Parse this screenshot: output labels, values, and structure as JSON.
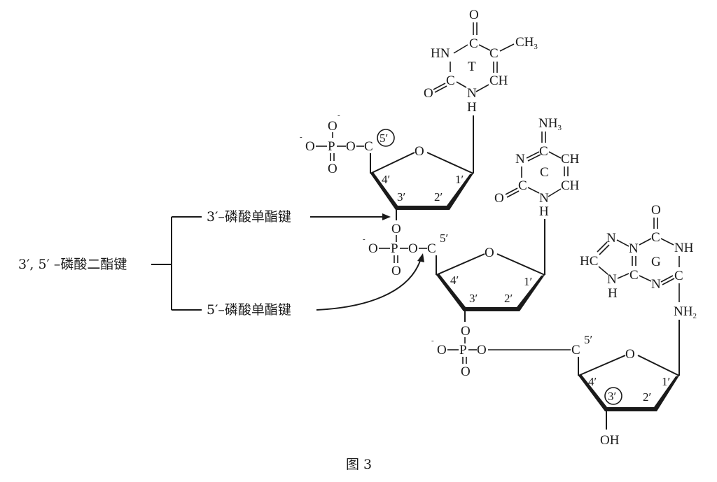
{
  "figure": {
    "caption": "图 3"
  },
  "bracket": {
    "main_label": "3′, 5′ –磷酸二酯键",
    "upper_label": "3′–磷酸单酯键",
    "lower_label": "5′–磷酸单酯键"
  },
  "bases": {
    "thymine": {
      "letter": "T",
      "atoms": {
        "o_top": "O",
        "c4": "C",
        "c5": "C",
        "ch3": "CH",
        "ch3_sub": "3",
        "hn": "HN",
        "c2": "C",
        "o_left": "O",
        "n1": "N",
        "h": "H",
        "c6h": "CH"
      }
    },
    "cytosine": {
      "letter": "C",
      "atoms": {
        "nh": "NH",
        "nh_sub": "3",
        "c4": "C",
        "n3": "N",
        "c5h": "CH",
        "c2": "C",
        "o_left": "O",
        "n1": "N",
        "h": "H",
        "c6h": "CH"
      }
    },
    "guanine": {
      "letter": "G",
      "atoms": {
        "o_top": "O",
        "c6": "C",
        "n_a": "N",
        "n_b": "N",
        "nh": "NH",
        "hc": "HC",
        "c2": "C",
        "n_h": "N",
        "h": "H",
        "c_mid": "C",
        "n3": "N",
        "nh2": "NH",
        "nh2_sub": "2"
      }
    }
  },
  "nucleotides": [
    {
      "phosphate": {
        "o_top": "O",
        "o_minus": "O",
        "p": "P",
        "o_link": "O",
        "o_bottom": "O",
        "charge": "-"
      },
      "c5": "C",
      "c5_label": "5′",
      "c5_circled": true,
      "ring_o": "O",
      "carbons": {
        "c4": "4′",
        "c3": "3′",
        "c2": "2′",
        "c1": "1′"
      }
    },
    {
      "phosphate": {
        "o_top": "O",
        "o_minus": "O",
        "p": "P",
        "o_link": "O",
        "o_bottom": "O",
        "charge": "-"
      },
      "c5": "C",
      "c5_label": "5′",
      "ring_o": "O",
      "carbons": {
        "c4": "4′",
        "c3": "3′",
        "c2": "2′",
        "c1": "1′"
      }
    },
    {
      "phosphate": {
        "o_top": "O",
        "o_minus": "O",
        "p": "P",
        "o_link": "O",
        "o_bottom": "O",
        "charge": "-"
      },
      "c5": "C",
      "c5_label": "5′",
      "ring_o": "O",
      "carbons": {
        "c4": "4′",
        "c3": "3′",
        "c2": "2′",
        "c1": "1′"
      },
      "c3_circled": true,
      "terminal": "OH"
    }
  ]
}
